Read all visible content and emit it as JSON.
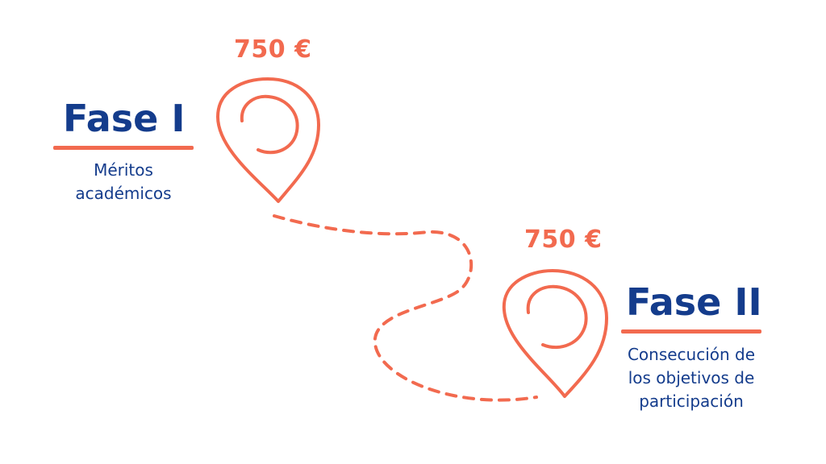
{
  "colors": {
    "accent": "#f26a4f",
    "primary": "#143c8c",
    "background": "#ffffff"
  },
  "icons": [
    "map-pin-icon",
    "map-pin-icon"
  ],
  "phase1": {
    "amount": "750 €",
    "title": "Fase I",
    "description": [
      "Méritos",
      "académicos"
    ]
  },
  "phase2": {
    "amount": "750 €",
    "title": "Fase II",
    "description": [
      "Consecución de",
      "los objetivos de",
      "participación"
    ]
  }
}
